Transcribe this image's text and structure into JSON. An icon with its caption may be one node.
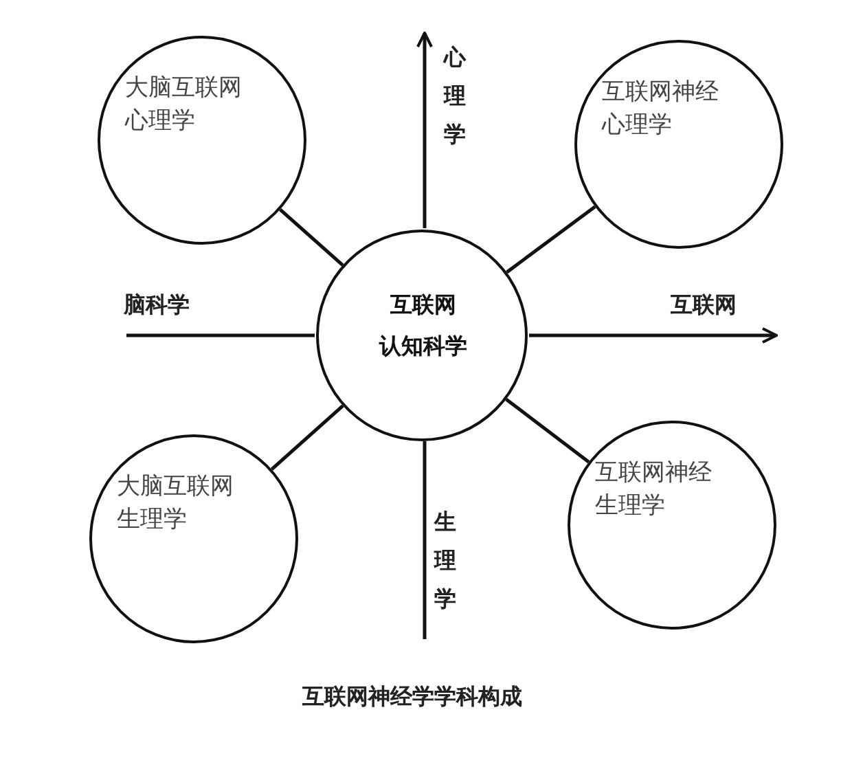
{
  "diagram": {
    "caption": "互联网神经学学科构成",
    "nodes": [
      {
        "text": [
          "互联网",
          "认知科学"
        ]
      },
      {
        "text": [
          "大脑互联网心理学"
        ]
      },
      {
        "text": [
          "互联网神经心理学"
        ]
      },
      {
        "text": [
          "大脑互联网生理学"
        ]
      },
      {
        "text": [
          "互联网神经生理学"
        ]
      }
    ],
    "edges": [
      {
        "from": 0,
        "to": 1,
        "arrow": "none"
      },
      {
        "from": 0,
        "to": 2,
        "arrow": "none"
      },
      {
        "from": 0,
        "to": 3,
        "arrow": "none"
      },
      {
        "from": 0,
        "to": 4,
        "arrow": "none"
      }
    ],
    "labels": [
      "心理学",
      "脑科学",
      "互联网",
      "生理学"
    ]
  }
}
